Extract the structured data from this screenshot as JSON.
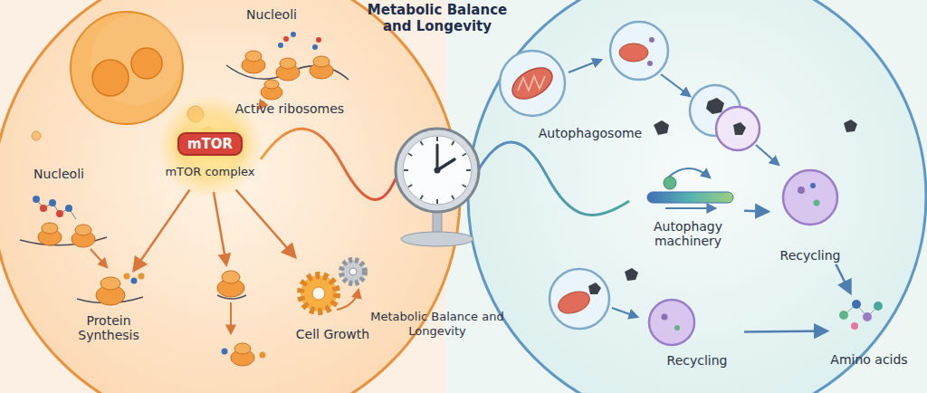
{
  "diagram": {
    "title": "Metabolic Balance and Longevity",
    "nodes": [
      {
        "text": [
          "mTOR",
          "mTOR complex"
        ]
      },
      {
        "text": [
          "Protein Synthesis"
        ]
      },
      {
        "text": [
          "Cell Growth"
        ]
      },
      {
        "text": [
          "Autophagosome"
        ]
      },
      {
        "text": [
          "Autophagy machinery"
        ]
      },
      {
        "text": [
          "Recycling"
        ]
      },
      {
        "text": [
          "Recycling"
        ]
      },
      {
        "text": [
          "Amino acids"
        ]
      }
    ],
    "edges": [
      {
        "from": 0,
        "to": 1,
        "arrow": "to"
      },
      {
        "from": 0,
        "to": 2,
        "arrow": "to"
      },
      {
        "from": 4,
        "to": 5,
        "arrow": "to"
      },
      {
        "from": 5,
        "to": 7,
        "arrow": "to"
      },
      {
        "from": 6,
        "to": 7,
        "arrow": "to"
      }
    ],
    "labels": [
      "Nucleoli",
      "Nucleoli",
      "Active ribosomes",
      "Metabolic Balance and Longevity"
    ]
  }
}
